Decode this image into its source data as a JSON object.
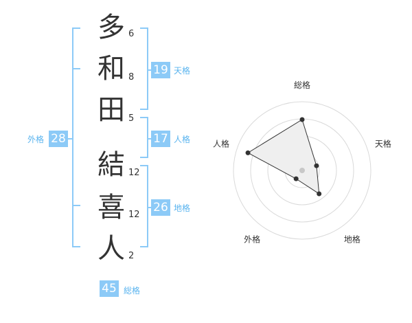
{
  "name_chars": [
    {
      "char": "多",
      "strokes": "6"
    },
    {
      "char": "和",
      "strokes": "8"
    },
    {
      "char": "田",
      "strokes": "5"
    },
    {
      "char": "結",
      "strokes": "12"
    },
    {
      "char": "喜",
      "strokes": "12"
    },
    {
      "char": "人",
      "strokes": "2"
    }
  ],
  "fortunes": {
    "tenkaku": {
      "value": "19",
      "label": "天格"
    },
    "jinkaku": {
      "value": "17",
      "label": "人格"
    },
    "chikaku": {
      "value": "26",
      "label": "地格"
    },
    "gaikaku": {
      "value": "28",
      "label": "外格"
    },
    "soukaku": {
      "value": "45",
      "label": "総格"
    }
  },
  "colors": {
    "accent": "#8ccaf7",
    "accent_text": "#5ab4ef"
  },
  "chart_data": {
    "type": "radar",
    "axes": [
      "総格",
      "天格",
      "地格",
      "外格",
      "人格"
    ],
    "values": [
      0.74,
      0.22,
      0.42,
      0.15,
      0.83
    ],
    "rings": 4,
    "range": [
      0,
      1
    ]
  }
}
